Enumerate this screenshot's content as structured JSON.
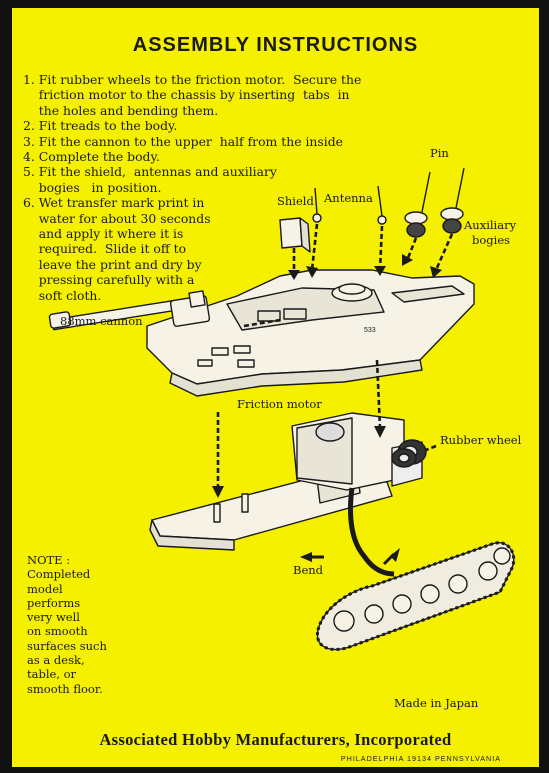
{
  "title": "ASSEMBLY INSTRUCTIONS",
  "steps": [
    "1. Fit rubber wheels to the friction motor.  Secure the",
    "    friction motor to the chassis by inserting  tabs  in",
    "    the holes and bending them.",
    "2. Fit treads to the body.",
    "3. Fit the cannon to the upper  half from the inside",
    "4. Complete the body.",
    "5. Fit the shield,  antennas and auxiliary",
    "    bogies   in position.",
    "6. Wet transfer mark print in",
    "    water for about 30 seconds",
    "    and apply it where it is",
    "    required.  Slide it off to",
    "    leave the print and dry by",
    "    pressing carefully with a",
    "    soft cloth."
  ],
  "labels": {
    "pin": "Pin",
    "shield": "Shield",
    "antenna": "Antenna",
    "aux1": "Auxiliary",
    "aux2": "bogies",
    "cannon": "88mm cannon",
    "friction": "Friction motor",
    "rubber": "Rubber wheel",
    "bend": "Bend",
    "hull_number": "533"
  },
  "note": {
    "heading": "NOTE :",
    "lines": [
      "Completed",
      "model",
      "performs",
      "very well",
      "on smooth",
      "surfaces such",
      "as a desk,",
      "table, or",
      "smooth floor."
    ]
  },
  "made_in": "Made in Japan",
  "manufacturer": "Associated Hobby Manufacturers, Incorporated",
  "address": "PHILADELPHIA 19134 PENNSYLVANIA",
  "colors": {
    "background": "#f4f000",
    "ink": "#1a1a1a",
    "frame": "#111111"
  }
}
